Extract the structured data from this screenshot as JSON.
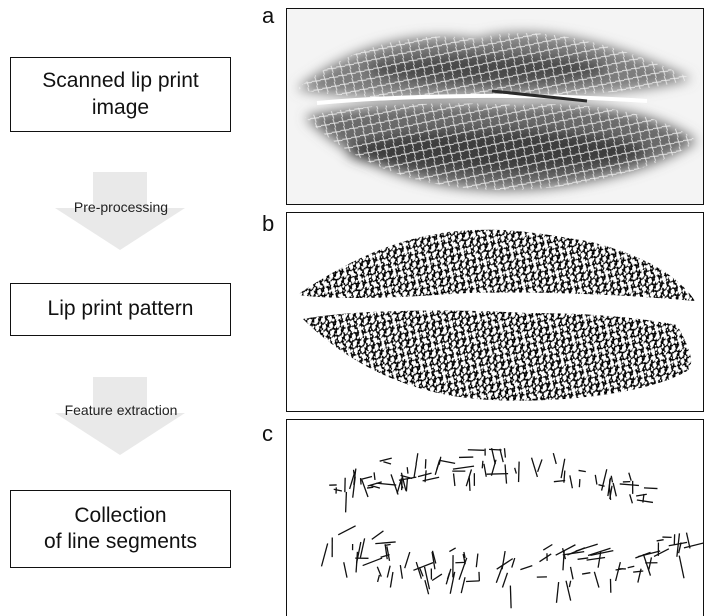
{
  "flow": {
    "box1_line1": "Scanned lip print",
    "box1_line2": "image",
    "step1": "Pre-processing",
    "box2": "Lip print pattern",
    "step2": "Feature extraction",
    "box3_line1": "Collection",
    "box3_line2": "of line segments"
  },
  "panels": {
    "a": "a",
    "b": "b",
    "c": "c"
  },
  "colors": {
    "arrow": "#e6e6e6",
    "ink": "#111111"
  }
}
